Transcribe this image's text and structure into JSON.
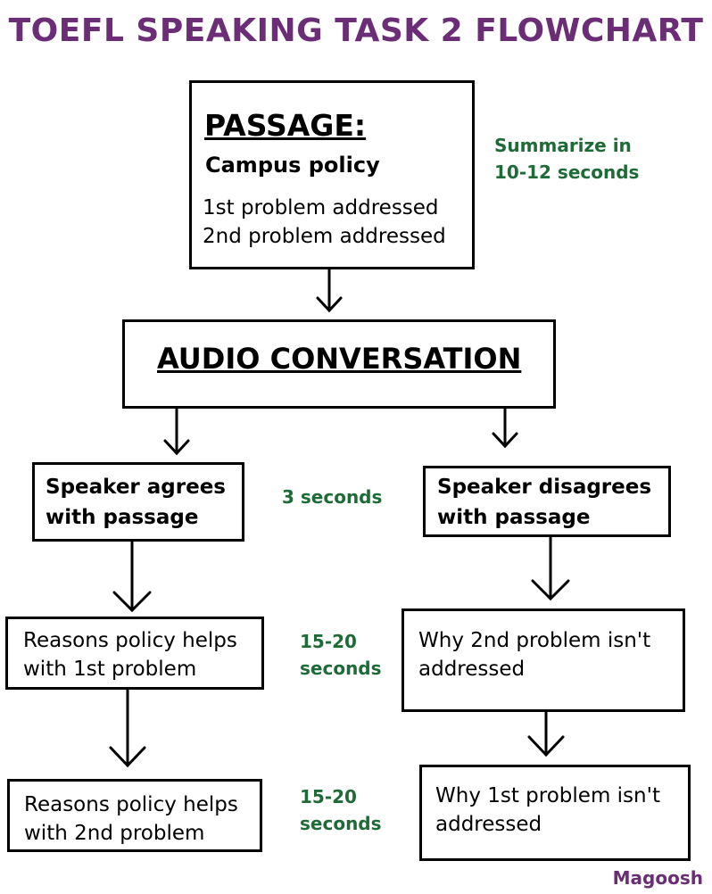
{
  "title": "TOEFL SPEAKING TASK 2 FLOWCHART",
  "passage": {
    "heading": "PASSAGE:",
    "subheading": "Campus policy",
    "line1": "1st problem addressed",
    "line2": "2nd problem addressed"
  },
  "summarize_note": {
    "line1": "Summarize in",
    "line2": "10-12 seconds"
  },
  "audio": {
    "heading": "AUDIO CONVERSATION"
  },
  "agree": {
    "line1": "Speaker agrees",
    "line2": "with passage"
  },
  "disagree": {
    "line1": "Speaker disagrees",
    "line2": "with passage"
  },
  "time_3": "3 seconds",
  "reasons1": {
    "line1": "Reasons policy helps",
    "line2": "with 1st problem"
  },
  "why2": {
    "line1": "Why 2nd problem isn't",
    "line2": "addressed"
  },
  "time_15a": {
    "line1": "15-20",
    "line2": "seconds"
  },
  "reasons2": {
    "line1": "Reasons policy helps",
    "line2": "with 2nd problem"
  },
  "why1": {
    "line1": "Why 1st problem isn't",
    "line2": "addressed"
  },
  "time_15b": {
    "line1": "15-20",
    "line2": "seconds"
  },
  "logo": "Magoosh",
  "colors": {
    "title": "#6b2d75",
    "note": "#1f6b37",
    "border": "#000000"
  }
}
